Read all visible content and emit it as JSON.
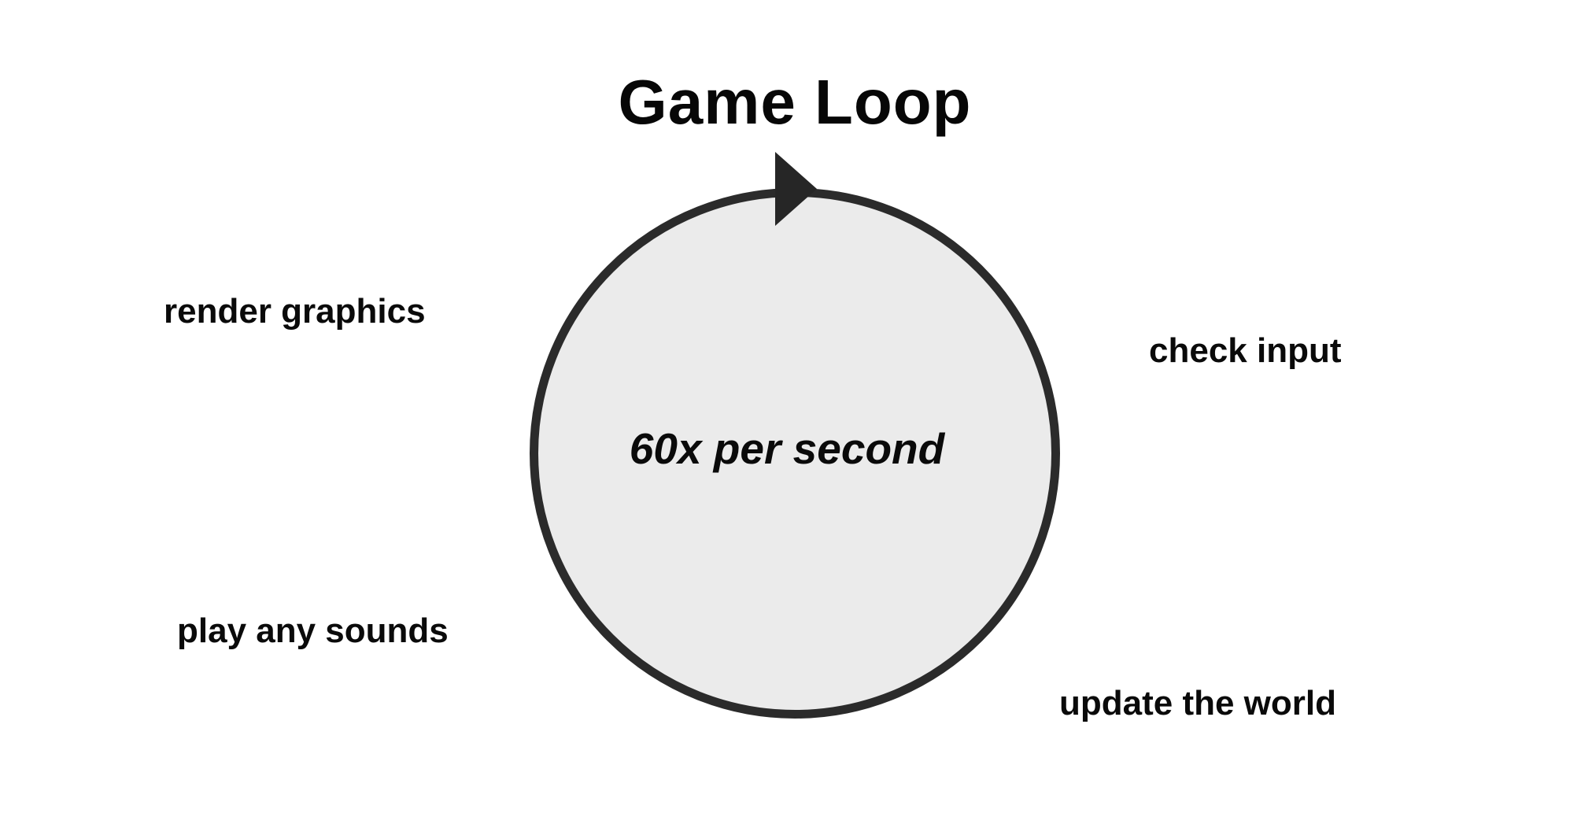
{
  "title": "Game Loop",
  "diagram": {
    "center_label": "60x per second",
    "direction": "clockwise",
    "steps": [
      {
        "label": "render graphics",
        "position": "upper-left"
      },
      {
        "label": "check input",
        "position": "upper-right"
      },
      {
        "label": "play any sounds",
        "position": "lower-left"
      },
      {
        "label": "update the world",
        "position": "lower-right"
      }
    ],
    "colors": {
      "background": "#ffffff",
      "circle_fill": "#ebebeb",
      "circle_stroke": "#2b2b2b",
      "text": "#0a0a0a"
    }
  }
}
